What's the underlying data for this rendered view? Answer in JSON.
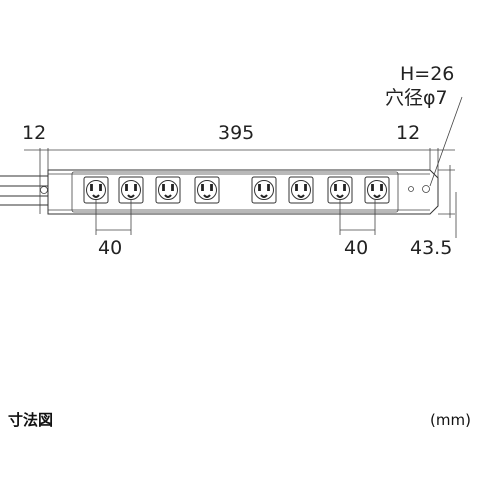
{
  "dimensions": {
    "height_label": "H=26",
    "hole_label": "穴径φ7",
    "left_margin": "12",
    "total_length": "395",
    "right_margin": "12",
    "pitch_left": "40",
    "pitch_right": "40",
    "depth": "43.5"
  },
  "caption": {
    "title": "寸法図",
    "unit": "(mm)"
  },
  "outlet_count": 8,
  "colors": {
    "line": "#333333",
    "body_fill": "#ffffff",
    "text": "#222222"
  }
}
